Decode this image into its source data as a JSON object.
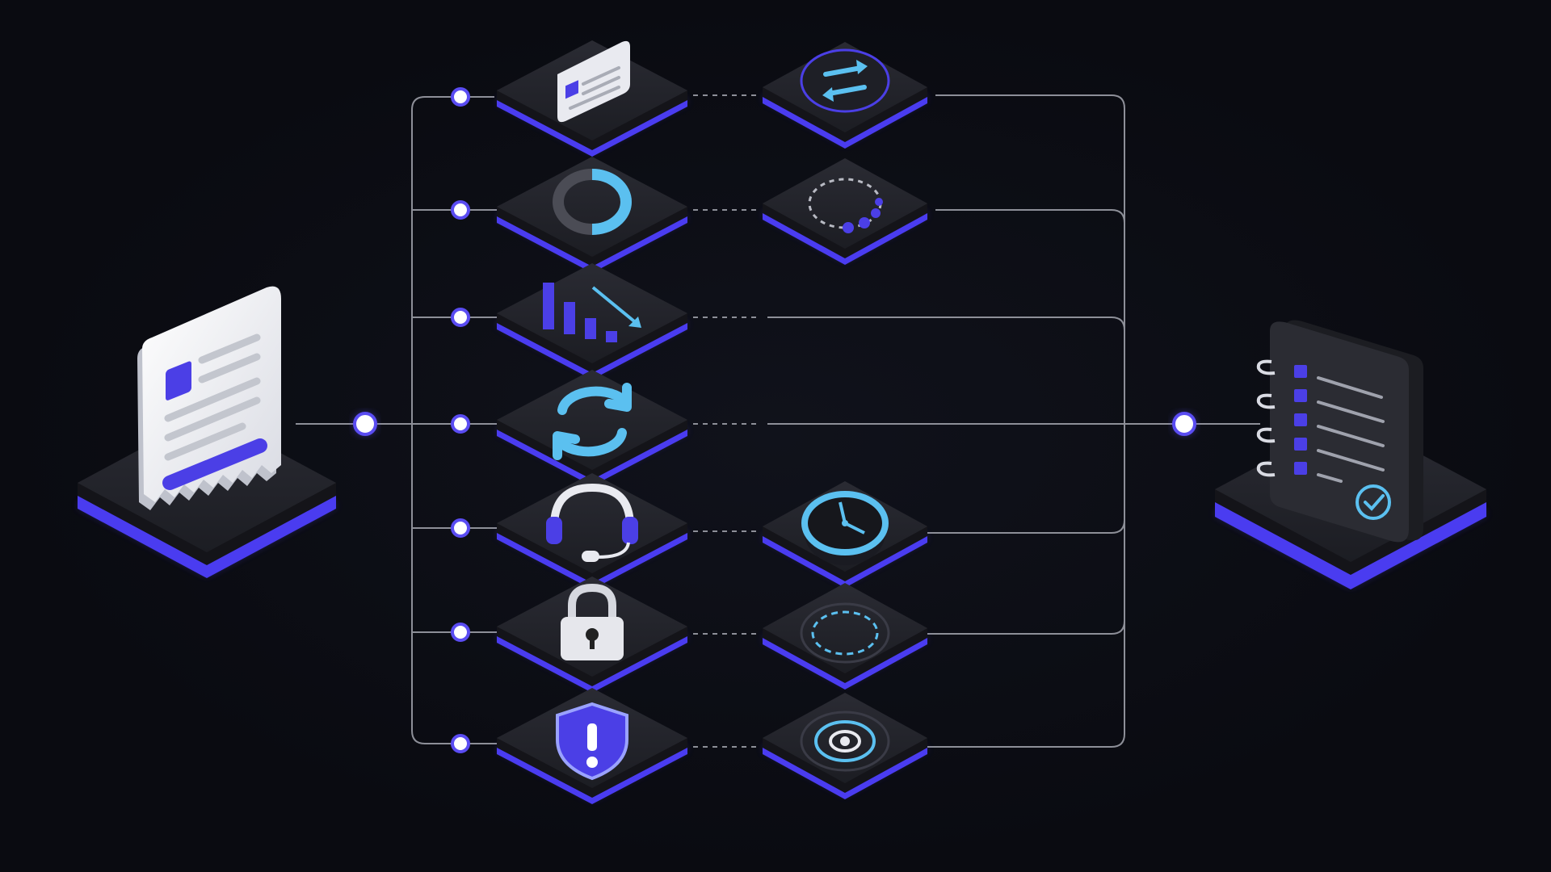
{
  "colors": {
    "background": "#0a0b11",
    "platform_top": "#24252c",
    "platform_side": "#141419",
    "platform_glow": "#4a3cf0",
    "connector_line": "#8d8f98",
    "node_fill": "#ffffff",
    "node_ring": "#5a4cf2",
    "accent_blue": "#4b3fe6",
    "accent_cyan": "#5bc0f0"
  },
  "source": {
    "icon": "receipt-document-icon"
  },
  "target": {
    "icon": "checklist-notebook-icon"
  },
  "rows": [
    {
      "id": "card",
      "icon": "payment-card-icon",
      "result_icon": "transfer-arrows-icon"
    },
    {
      "id": "ring",
      "icon": "progress-ring-icon",
      "result_icon": "loading-dots-icon"
    },
    {
      "id": "decline",
      "icon": "declining-bar-chart-icon",
      "result_icon": ""
    },
    {
      "id": "sync",
      "icon": "sync-arrows-icon",
      "result_icon": ""
    },
    {
      "id": "support",
      "icon": "headset-icon",
      "result_icon": "clock-icon"
    },
    {
      "id": "lock",
      "icon": "padlock-icon",
      "result_icon": "dashed-ring-icon"
    },
    {
      "id": "alert",
      "icon": "shield-alert-icon",
      "result_icon": "target-icon"
    }
  ]
}
